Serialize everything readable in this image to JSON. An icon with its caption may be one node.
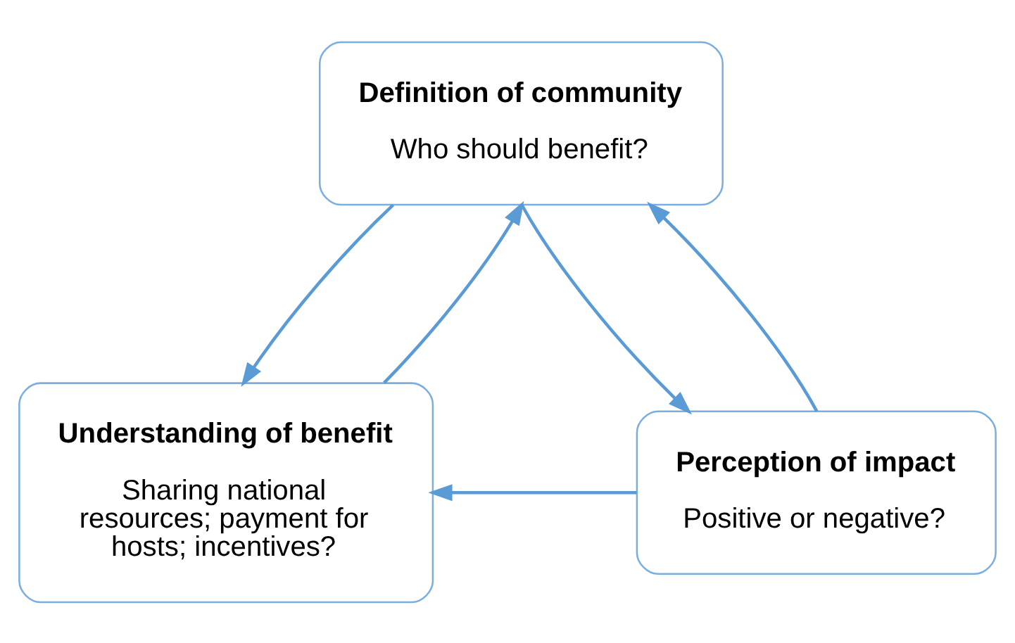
{
  "diagram": {
    "nodes": [
      {
        "text": [
          "Definition of community",
          "Who should benefit?"
        ]
      },
      {
        "text": [
          "Understanding of benefit",
          "Sharing national resources; payment for hosts; incentives?"
        ]
      },
      {
        "text": [
          "Perception of impact",
          "Positive or negative?"
        ]
      }
    ],
    "edges": [
      {
        "from": 0,
        "to": 1,
        "arrow": "to"
      },
      {
        "from": 1,
        "to": 0,
        "arrow": "to"
      },
      {
        "from": 0,
        "to": 2,
        "arrow": "to"
      },
      {
        "from": 2,
        "to": 0,
        "arrow": "to"
      },
      {
        "from": 2,
        "to": 1,
        "arrow": "to"
      }
    ]
  }
}
